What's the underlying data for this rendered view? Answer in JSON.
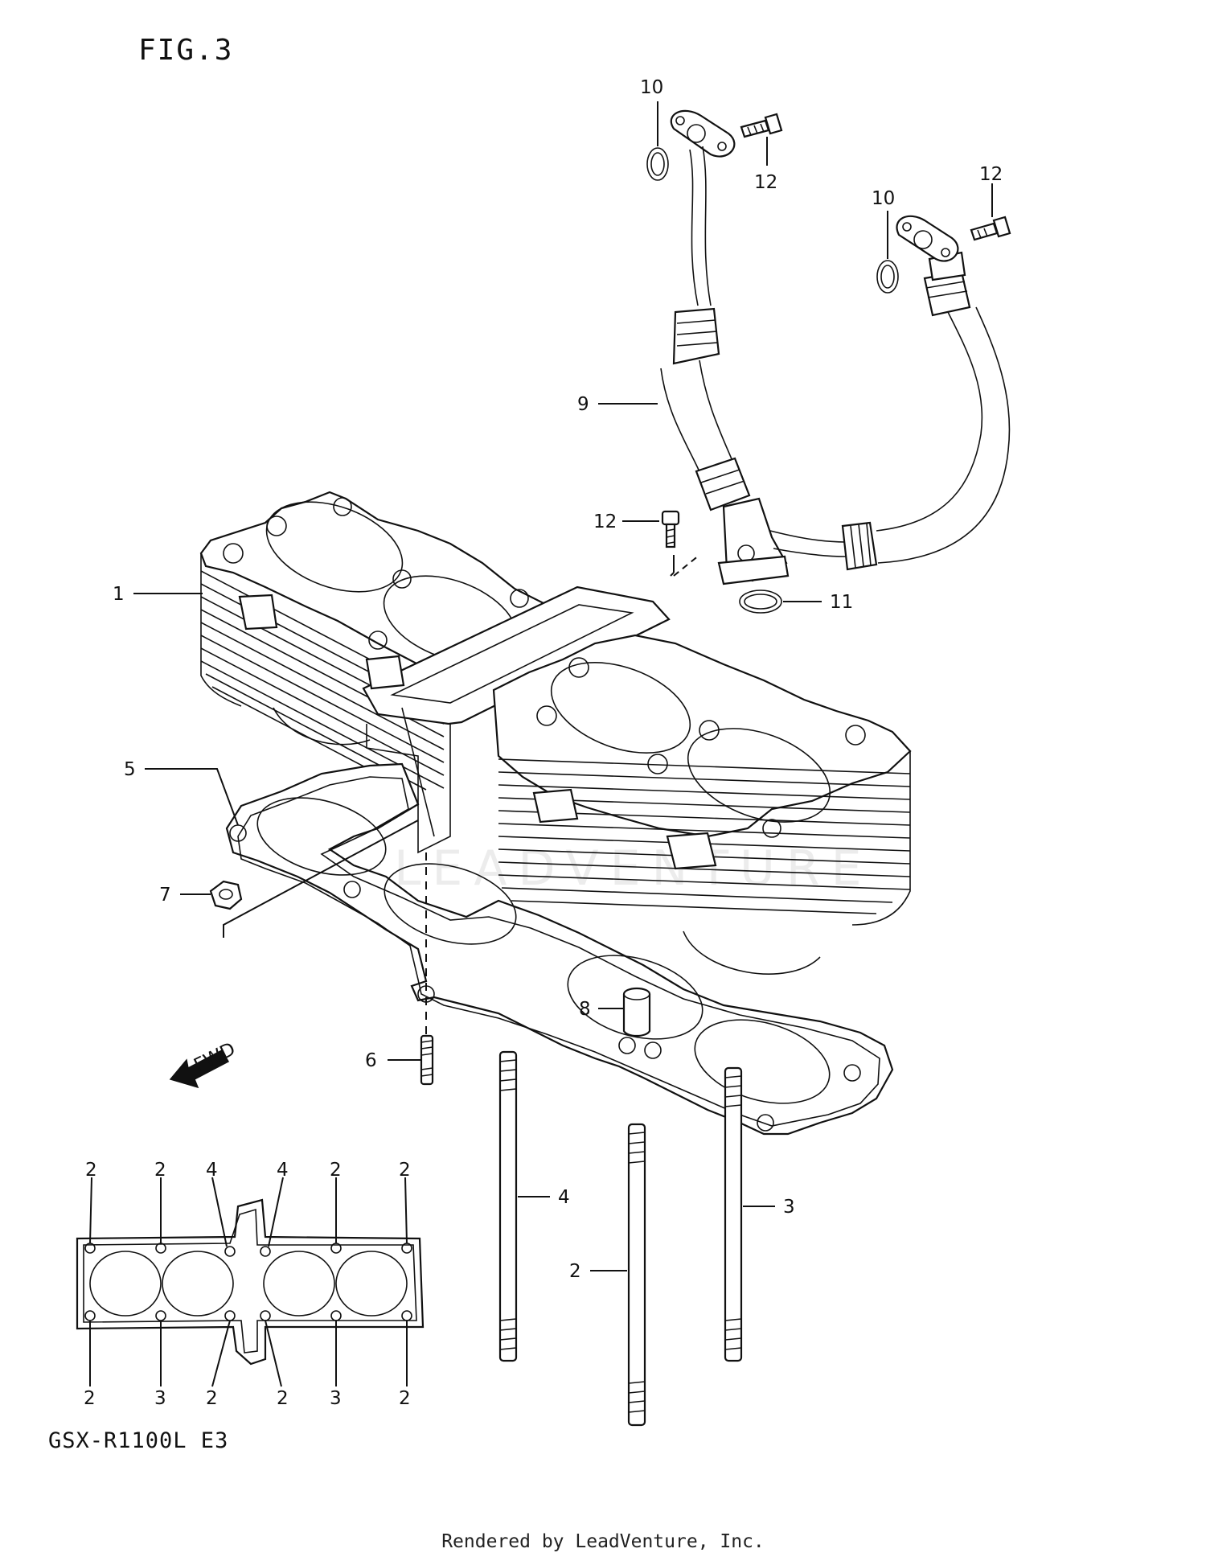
{
  "figure_title": "FIG.3",
  "model_code": "GSX-R1100L E3",
  "footer_text": "Rendered by LeadVenture, Inc.",
  "watermark": "LEADVENTURE",
  "fwd_label": "FWD",
  "callouts": {
    "c1": "1",
    "c2": "2",
    "c3": "3",
    "c4": "4",
    "c5": "5",
    "c6": "6",
    "c7": "7",
    "c8": "8",
    "c9": "9",
    "c10a": "10",
    "c10b": "10",
    "c11": "11",
    "c12a": "12",
    "c12b": "12",
    "c12c": "12"
  },
  "stud_layout": {
    "top": [
      "2",
      "2",
      "4",
      "4",
      "2",
      "2"
    ],
    "bottom": [
      "2",
      "3",
      "2",
      "2",
      "3",
      "2"
    ]
  }
}
